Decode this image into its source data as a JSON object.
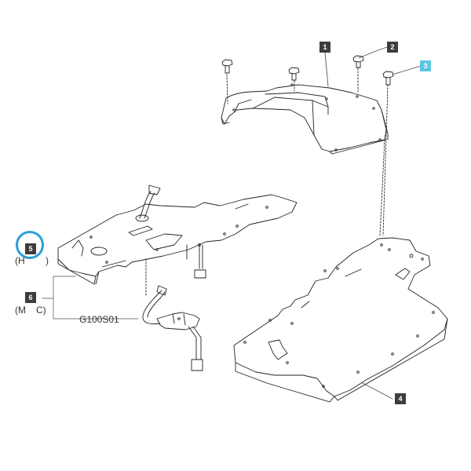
{
  "callouts": [
    {
      "id": "1",
      "highlighted": false
    },
    {
      "id": "2",
      "highlighted": false
    },
    {
      "id": "3",
      "highlighted": true
    },
    {
      "id": "4",
      "highlighted": false
    },
    {
      "id": "5",
      "highlighted": false
    },
    {
      "id": "6",
      "highlighted": false
    }
  ],
  "labels": {
    "variant_5_partial": "(H",
    "variant_5_tail": ")",
    "variant_6_partial": "(M",
    "variant_6_tail": "C)",
    "harness_code": "G100S01"
  },
  "colors": {
    "line": "#222222",
    "callout_bg": "#3d3d3d",
    "callout_highlight": "#5bc6e0",
    "selection_ring": "#2b9fd9"
  }
}
